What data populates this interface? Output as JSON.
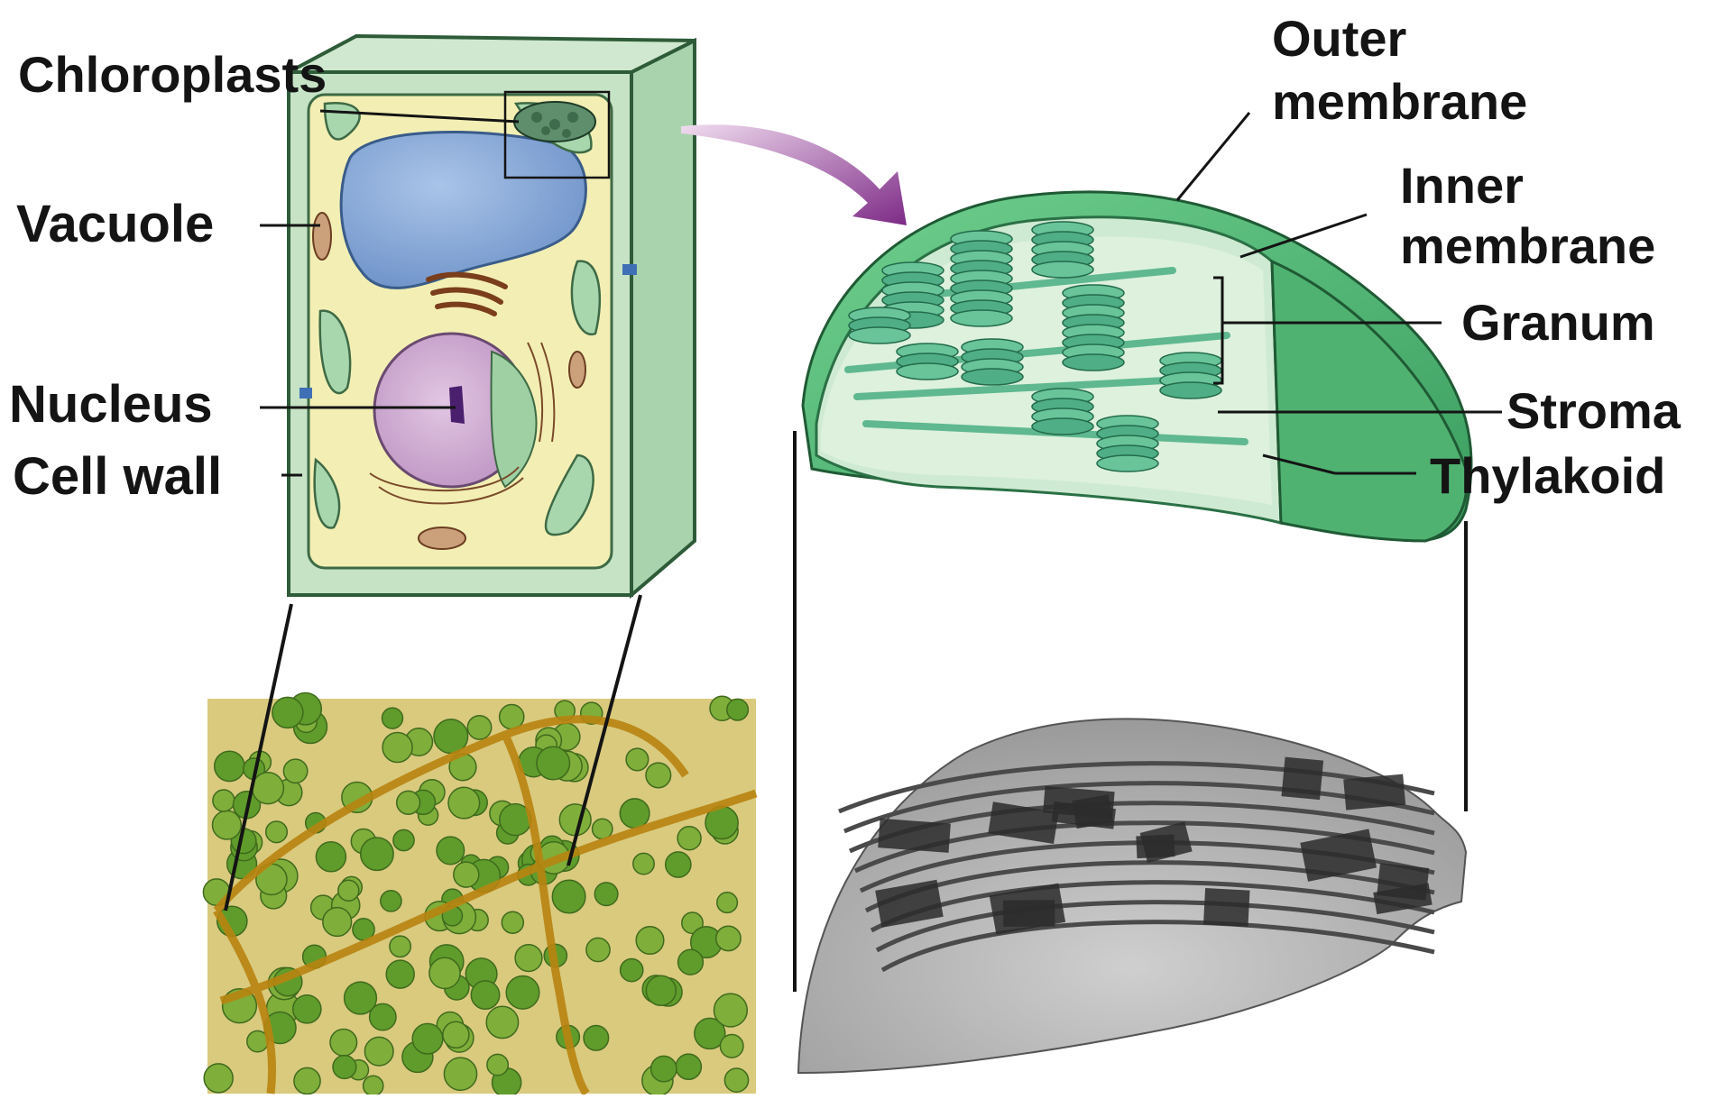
{
  "left_labels": {
    "chloroplasts": "Chloroplasts",
    "vacuole": "Vacuole",
    "nucleus": "Nucleus",
    "cell_wall": "Cell wall"
  },
  "right_labels": {
    "outer_membrane_line1": "Outer",
    "outer_membrane_line2": "membrane",
    "inner_membrane_line1": "Inner",
    "inner_membrane_line2": "membrane",
    "granum": "Granum",
    "stroma": "Stroma",
    "thylakoid": "Thylakoid"
  },
  "colors": {
    "cell_wall": "#b9dcb9",
    "cell_wall_dark": "#7fb58a",
    "cytoplasm": "#f3f0b6",
    "vacuole": "#8fb0dc",
    "nucleus": "#d7b6d8",
    "chloroplast": "#4fb777",
    "chloroplast_light": "#bfe5c6",
    "granum": "#5dbf96",
    "arrow": "#8b3a8f",
    "micro_bg": "#d9c97a",
    "micro_cell": "#5f9c2b",
    "em_bg": "#b9b9b9"
  }
}
